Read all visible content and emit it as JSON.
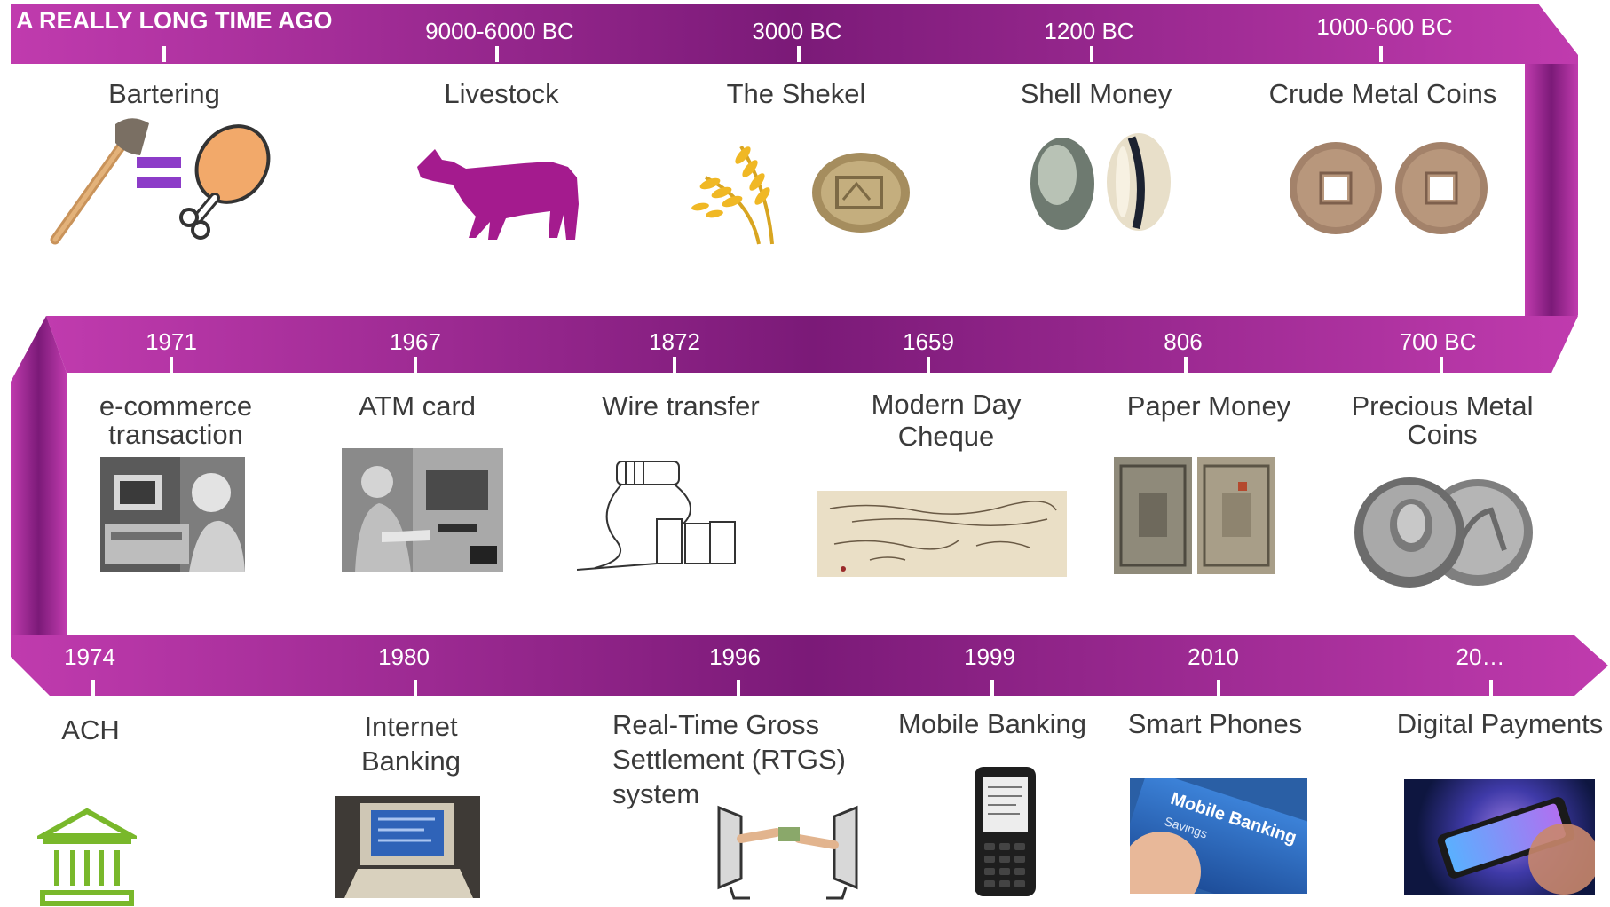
{
  "era_title": "A REALLY LONG TIME AGO",
  "colors": {
    "band_dark": "#7B1A78",
    "band_light": "#C03BAE",
    "cow": "#A41B8E",
    "ach_icon": "#79B82B"
  },
  "rows": [
    {
      "items": [
        {
          "date": "",
          "label": "Bartering",
          "icon": "axe-equals-drumstick-icon"
        },
        {
          "date": "9000-6000 BC",
          "label": "Livestock",
          "icon": "cow-icon"
        },
        {
          "date": "3000 BC",
          "label": "The Shekel",
          "icon": "grain-and-coin-icon"
        },
        {
          "date": "1200 BC",
          "label": "Shell Money",
          "icon": "cowrie-shell-icon"
        },
        {
          "date": "1000-600 BC",
          "label": "Crude Metal Coins",
          "icon": "chinese-coin-icon"
        }
      ]
    },
    {
      "items": [
        {
          "date": "1971",
          "label": "e-commerce transaction",
          "line1": "e-commerce",
          "line2": "transaction",
          "icon": "computer-photo"
        },
        {
          "date": "1967",
          "label": "ATM card",
          "icon": "atm-photo"
        },
        {
          "date": "1872",
          "label": "Wire transfer",
          "icon": "telegraph-sketch-icon"
        },
        {
          "date": "1659",
          "label": "Modern Day Cheque",
          "line1": "Modern Day",
          "line2": "Cheque",
          "icon": "cheque-image"
        },
        {
          "date": "806",
          "label": "Paper Money",
          "icon": "paper-money-image"
        },
        {
          "date": "700 BC",
          "label": "Precious Metal Coins",
          "line1": "Precious Metal",
          "line2": "Coins",
          "icon": "silver-coin-icon"
        }
      ]
    },
    {
      "items": [
        {
          "date": "1974",
          "label": "ACH",
          "icon": "bank-building-icon"
        },
        {
          "date": "1980",
          "label": "Internet Banking",
          "line1": "Internet",
          "line2": "Banking",
          "icon": "retro-computer-photo"
        },
        {
          "date": "1996",
          "label": "Real-Time Gross Settlement (RTGS) system",
          "line1": "Real-Time Gross",
          "line2": "Settlement (RTGS)",
          "line3": "system",
          "icon": "monitor-handoff-icon"
        },
        {
          "date": "1999",
          "label": "Mobile Banking",
          "icon": "feature-phone-icon"
        },
        {
          "date": "2010",
          "label": "Smart Phones",
          "icon": "smartphone-photo"
        },
        {
          "date": "20…",
          "label": "Digital Payments",
          "icon": "digital-phone-photo"
        }
      ]
    }
  ],
  "photo_text": {
    "mobile_banking": "Mobile Banking",
    "savings": "Savings"
  }
}
